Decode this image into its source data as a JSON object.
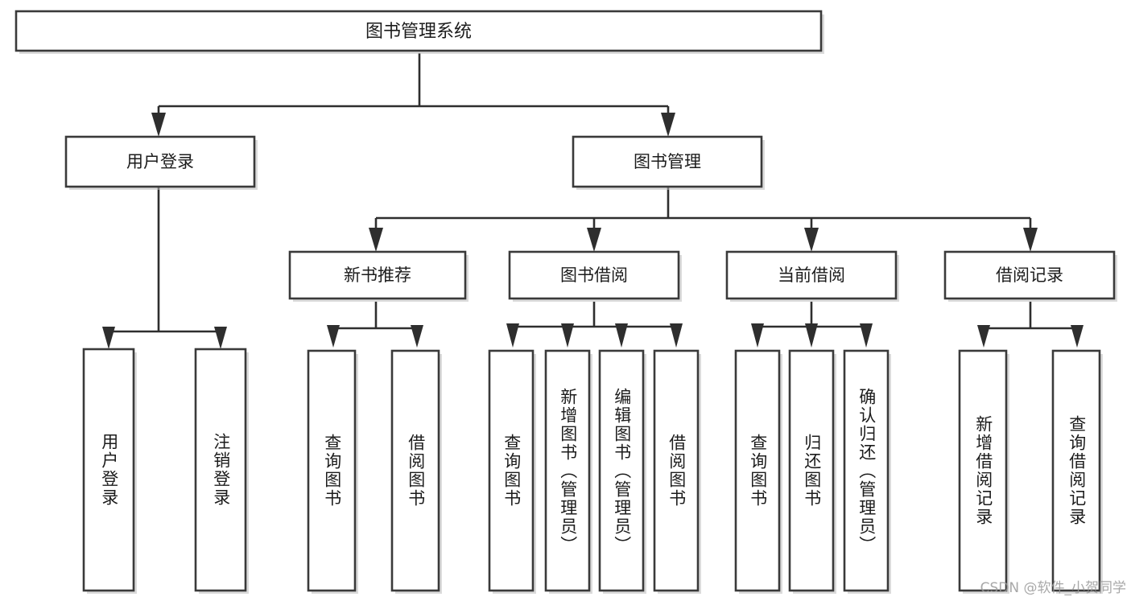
{
  "diagram": {
    "type": "tree-hierarchy-diagram",
    "title": "图书管理系统",
    "watermark": "CSDN @软件_小贺同学",
    "colors": {
      "box_stroke": "#3a3a3a",
      "connector": "#2e2e2e",
      "background": "#ffffff",
      "text": "#1c1c1c",
      "watermark": "#9a9a9a"
    },
    "root": {
      "label": "图书管理系统"
    },
    "level2": [
      {
        "label": "用户登录"
      },
      {
        "label": "图书管理"
      }
    ],
    "level3": [
      {
        "label": "新书推荐"
      },
      {
        "label": "图书借阅"
      },
      {
        "label": "当前借阅"
      },
      {
        "label": "借阅记录"
      }
    ],
    "leaves": {
      "user_login": [
        {
          "label": "用户登录"
        },
        {
          "label": "注销登录"
        }
      ],
      "new_book_recommend": [
        {
          "label": "查询图书"
        },
        {
          "label": "借阅图书"
        }
      ],
      "book_borrow": [
        {
          "label": "查询图书"
        },
        {
          "label": "新增图书（管理员）"
        },
        {
          "label": "编辑图书（管理员）"
        },
        {
          "label": "借阅图书"
        }
      ],
      "current_borrow": [
        {
          "label": "查询图书"
        },
        {
          "label": "归还图书"
        },
        {
          "label": "确认归还（管理员）"
        }
      ],
      "borrow_record": [
        {
          "label": "新增借阅记录"
        },
        {
          "label": "查询借阅记录"
        }
      ]
    }
  }
}
